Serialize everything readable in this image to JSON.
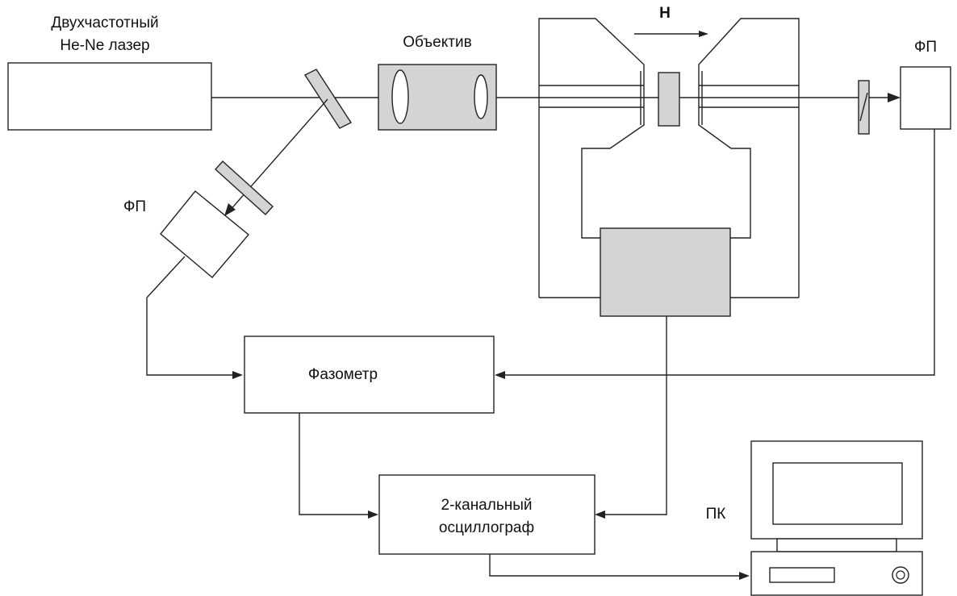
{
  "labels": {
    "laser_line1": "Двухчастотный",
    "laser_line2": "He-Ne лазер",
    "lens": "Объектив",
    "field": "H",
    "photodetector_right": "ФП",
    "photodetector_left": "ФП",
    "phasemeter": "Фазометр",
    "oscilloscope_line1": "2-канальный",
    "oscilloscope_line2": "осциллограф",
    "pc": "ПК"
  },
  "colors": {
    "line": "#222222",
    "component_fill": "#d4d4d4",
    "background": "#ffffff"
  }
}
